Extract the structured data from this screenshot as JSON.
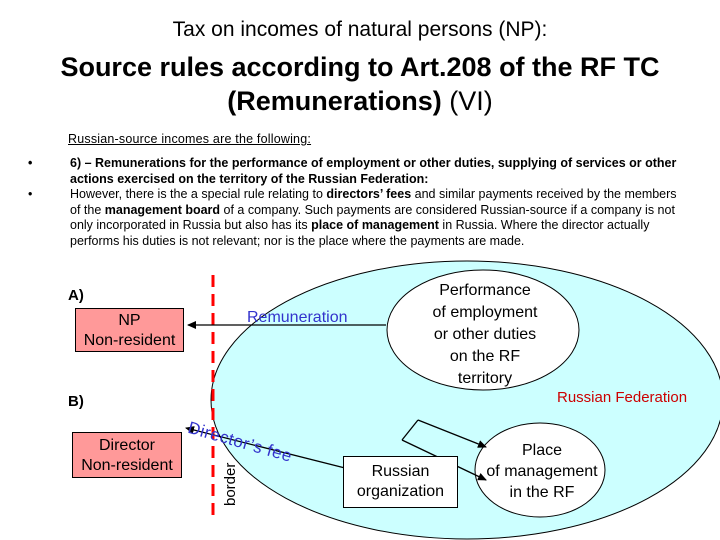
{
  "title": {
    "line1": "Tax on incomes of natural persons (NP):",
    "line2a": "Source rules according to Art.208 of the RF TC",
    "line3a": "(Remunerations) ",
    "line3b": "(VI)"
  },
  "intro": "Russian-source incomes are the following:",
  "bullets": [
    {
      "marker": "•",
      "text": "6) – Remunerations for the performance of employment or other duties, supplying of services or other actions exercised on the territory of the Russian Federation:"
    },
    {
      "marker": "•",
      "p1": "However, there is the a special rule relating to ",
      "b1": "directors’ fees",
      "p2": " and similar payments received by the members of the ",
      "b2": "management board",
      "p3": " of a company. Such payments are considered Russian-source if a company is not only incorporated in Russia but also has its ",
      "b3": "place of management",
      "p4": " in Russia. Where the director actually performs his duties is not relevant; nor is the place where the payments are made."
    }
  ],
  "diagram": {
    "label_a": "A)",
    "label_b": "B)",
    "np_box": [
      "NP",
      "Non-resident"
    ],
    "director_box": [
      "Director",
      "Non-resident"
    ],
    "remuneration": "Remuneration",
    "performance": [
      "Performance",
      "of employment",
      "or other duties",
      "on the RF",
      "territory"
    ],
    "russian_federation": "Russian Federation",
    "place_of_management": [
      "Place",
      "of management",
      "in the RF"
    ],
    "russian_org": [
      "Russian",
      "organization"
    ],
    "border": "border",
    "directors_fee": "Director’s fee",
    "colors": {
      "box_fill": "#ff9999",
      "territory_fill": "#ccffff",
      "border_line": "#ff0000",
      "accent_text": "#3333cc",
      "rf_text": "#cc0000"
    }
  }
}
